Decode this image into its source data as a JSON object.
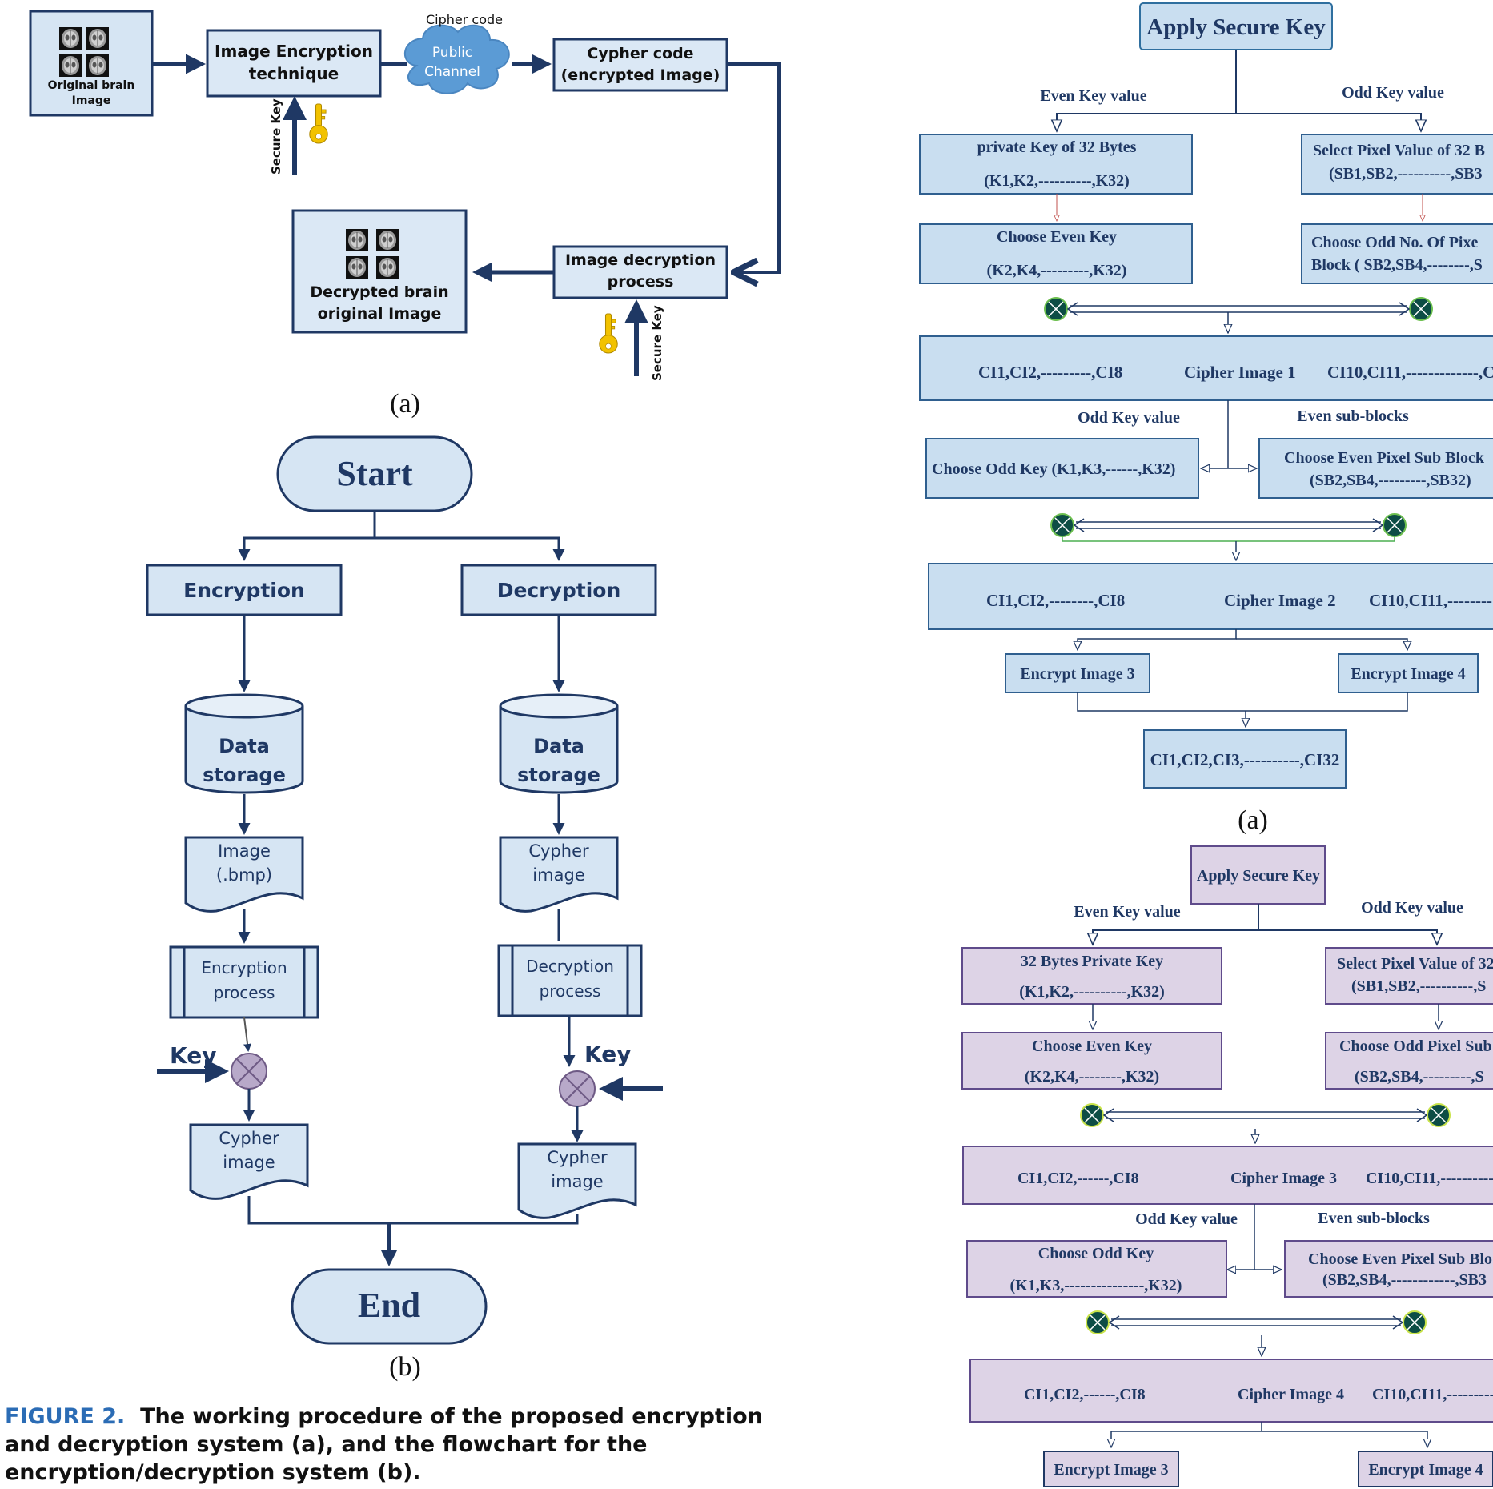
{
  "diagram_a": {
    "original_image_label": "Original brain Image",
    "encryption_box": "Image Encryption technique",
    "cipher_code_label": "Cipher code",
    "cloud_label": "Public Channel",
    "cypher_code_box": "Cypher code (encrypted Image)",
    "secure_key_label_1": "Secure Key",
    "secure_key_label_2": "Secure Key",
    "decryption_box": "Image decryption process",
    "decrypted_label": "Decrypted brain original Image",
    "panel_label": "(a)"
  },
  "flowchart_b": {
    "start": "Start",
    "encryption": "Encryption",
    "decryption": "Decryption",
    "data_storage_left": "Data storage",
    "data_storage_right": "Data storage",
    "image_bmp": "Image (.bmp)",
    "cypher_image_top": "Cypher image",
    "encryption_process": "Encryption process",
    "decryption_process": "Decryption process",
    "key_left": "Key",
    "key_right": "Key",
    "cypher_image_left": "Cypher image",
    "cypher_image_right": "Cypher image",
    "end": "End",
    "panel_label": "(b)"
  },
  "right_a": {
    "apply_secure_key": "Apply Secure Key",
    "even_key_value": "Even Key value",
    "odd_key_value": "Odd Key value",
    "private_key_l1": "private Key of 32 Bytes",
    "private_key_l2": "(K1,K2,----------,K32)",
    "select_pixel_l1": "Select Pixel Value of 32 B",
    "select_pixel_l2": "(SB1,SB2,----------,SB3",
    "choose_even_key_l1": "Choose Even Key",
    "choose_even_key_l2": "(K2,K4,---------,K32)",
    "choose_odd_no_l1": "Choose  Odd No. Of Pixe",
    "choose_odd_no_l2": "Block ( SB2,SB4,--------,S",
    "ci_left_1": "CI1,CI2,---------,CI8",
    "cipher_image_1": "Cipher Image 1",
    "ci_right_1": "CI10,CI11,-------------,C",
    "odd_key_value_2": "Odd Key value",
    "even_sub_blocks": "Even sub-blocks",
    "choose_odd_key": "Choose Odd Key (K1,K3,------,K32)",
    "choose_even_pixel_l1": "Choose Even Pixel Sub Block",
    "choose_even_pixel_l2": "(SB2,SB4,---------,SB32)",
    "ci_left_2": "CI1,CI2,--------,CI8",
    "cipher_image_2": "Cipher Image 2",
    "ci_right_2": "CI10,CI11,--------",
    "encrypt_image_3": "Encrypt Image 3",
    "encrypt_image_4": "Encrypt Image 4",
    "ci_all": "CI1,CI2,CI3,----------,CI32",
    "panel_label": "(a)"
  },
  "right_b": {
    "apply_secure_key": "Apply Secure Key",
    "even_key_value": "Even Key value",
    "odd_key_value": "Odd Key value",
    "private_key_l1": "32 Bytes Private Key",
    "private_key_l2": "(K1,K2,----------,K32)",
    "select_pixel_l1": "Select Pixel Value of 32",
    "select_pixel_l2": "(SB1,SB2,----------,S",
    "choose_even_key_l1": "Choose Even  Key",
    "choose_even_key_l2": "(K2,K4,--------,K32)",
    "choose_odd_sub_l1": "Choose  Odd Pixel Sub",
    "choose_odd_sub_l2": "(SB2,SB4,---------,S",
    "ci_left_3": "CI1,CI2,------,CI8",
    "cipher_image_3": "Cipher Image 3",
    "ci_right_3": "CI10,CI11,-----------",
    "odd_key_value_2": "Odd Key value",
    "even_sub_blocks": "Even sub-blocks",
    "choose_odd_key_l1": "Choose Odd Key",
    "choose_odd_key_l2": "(K1,K3,---------------,K32)",
    "choose_even_pixel_l1": "Choose Even  Pixel Sub Blo",
    "choose_even_pixel_l2": "(SB2,SB4,------------,SB3",
    "ci_left_4": "CI1,CI2,------,CI8",
    "cipher_image_4": "Cipher Image 4",
    "ci_right_4": "CI10,CI11,----------",
    "encrypt_image_3": "Encrypt Image 3",
    "encrypt_image_4": "Encrypt Image 4"
  },
  "caption": {
    "figure_label": "FIGURE 2.",
    "text": "The working procedure of the proposed encryption and decryption system (a), and the flowchart for the encryption/decryption system (b)."
  },
  "colors": {
    "navy": "#1f3864",
    "light_blue_fill": "#c9def0",
    "cloud_blue": "#5b9bd5",
    "purple_fill": "#ddd3e6",
    "purple_stroke": "#5f4b8b",
    "key_gold": "#f2c200",
    "caption_blue": "#2b6cb5"
  }
}
